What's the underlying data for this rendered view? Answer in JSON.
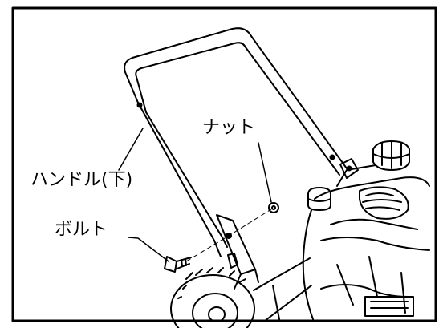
{
  "figure": {
    "description_icon": "lawn-mower-handle-assembly-illustration",
    "line_color": "#000000",
    "background_color": "#ffffff"
  },
  "labels": {
    "nut": "ナット",
    "handle_lower": "ハンドル(下)",
    "bolt": "ボルト"
  }
}
